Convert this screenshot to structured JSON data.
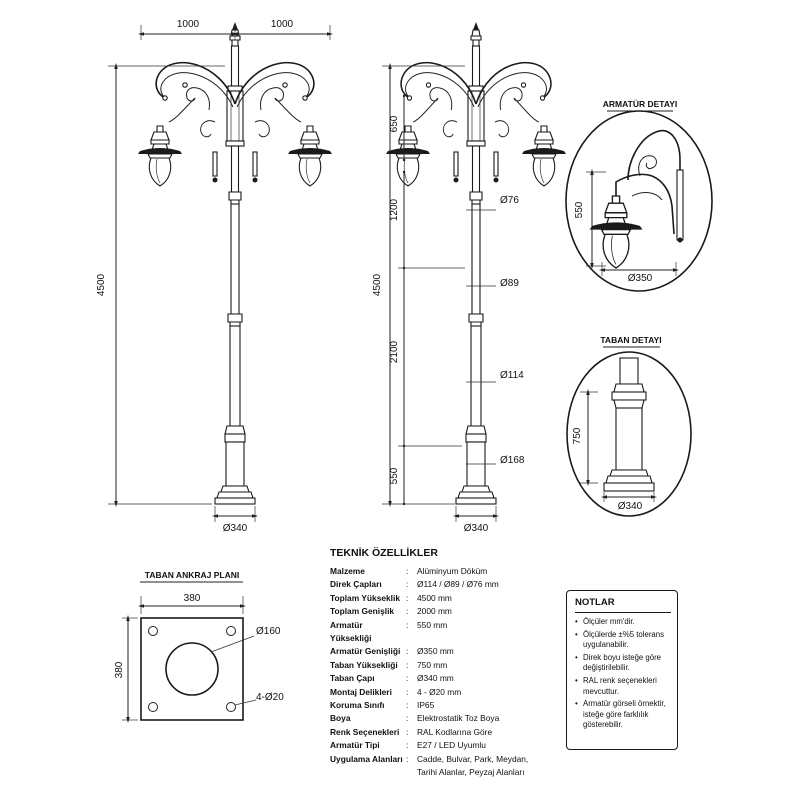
{
  "front_view": {
    "width_left": "1000",
    "width_right": "1000",
    "height": "4500",
    "base_dia": "Ø340"
  },
  "side_view": {
    "arm_height": "650",
    "seg_upper": "1200",
    "seg_middle": "2100",
    "seg_base": "550",
    "total_height": "4500",
    "dia_top": "Ø76",
    "dia_mid": "Ø89",
    "dia_low": "Ø114",
    "dia_base_col": "Ø168",
    "base_dia": "Ø340"
  },
  "armature_detail": {
    "title": "ARMATÜR DETAYI",
    "height": "550",
    "width": "Ø350"
  },
  "base_detail": {
    "title": "TABAN DETAYI",
    "height": "750",
    "width": "Ø340"
  },
  "anchor_plan": {
    "title": "TABAN ANKRAJ PLANI",
    "width": "380",
    "height": "380",
    "center_hole": "Ø160",
    "bolt_holes": "4-Ø20"
  },
  "specs": {
    "title": "TEKNİK ÖZELLİKLER",
    "rows": [
      {
        "label": "Malzeme",
        "value": "Alüminyum Döküm"
      },
      {
        "label": "Direk Çapları",
        "value": "Ø114 / Ø89 / Ø76 mm"
      },
      {
        "label": "Toplam Yükseklik",
        "value": "4500 mm"
      },
      {
        "label": "Toplam Genişlik",
        "value": "2000 mm"
      },
      {
        "label": "Armatür Yüksekliği",
        "value": "550 mm"
      },
      {
        "label": "Armatür Genişliği",
        "value": "Ø350 mm"
      },
      {
        "label": "Taban Yüksekliği",
        "value": "750 mm"
      },
      {
        "label": "Taban Çapı",
        "value": "Ø340 mm"
      },
      {
        "label": "Montaj Delikleri",
        "value": "4 - Ø20 mm"
      },
      {
        "label": "Koruma Sınıfı",
        "value": "IP65"
      },
      {
        "label": "Boya",
        "value": "Elektrostatik Toz Boya"
      },
      {
        "label": "Renk Seçenekleri",
        "value": "RAL Kodlarına Göre"
      },
      {
        "label": "Armatür Tipi",
        "value": "E27 / LED Uyumlu"
      },
      {
        "label": "Uygulama Alanları",
        "value": "Cadde, Bulvar, Park, Meydan,"
      },
      {
        "label": "",
        "value": "Tarihi Alanlar, Peyzaj Alanları"
      }
    ]
  },
  "notes": {
    "title": "NOTLAR",
    "items": [
      "Ölçüler mm'dir.",
      "Ölçülerde ±%5 tolerans uygulanabilir.",
      "Direk boyu isteğe göre değiştirilebilir.",
      "RAL renk seçenekleri mevcuttur.",
      "Armatür görseli örnektir, isteğe göre farklılık gösterebilir."
    ]
  }
}
